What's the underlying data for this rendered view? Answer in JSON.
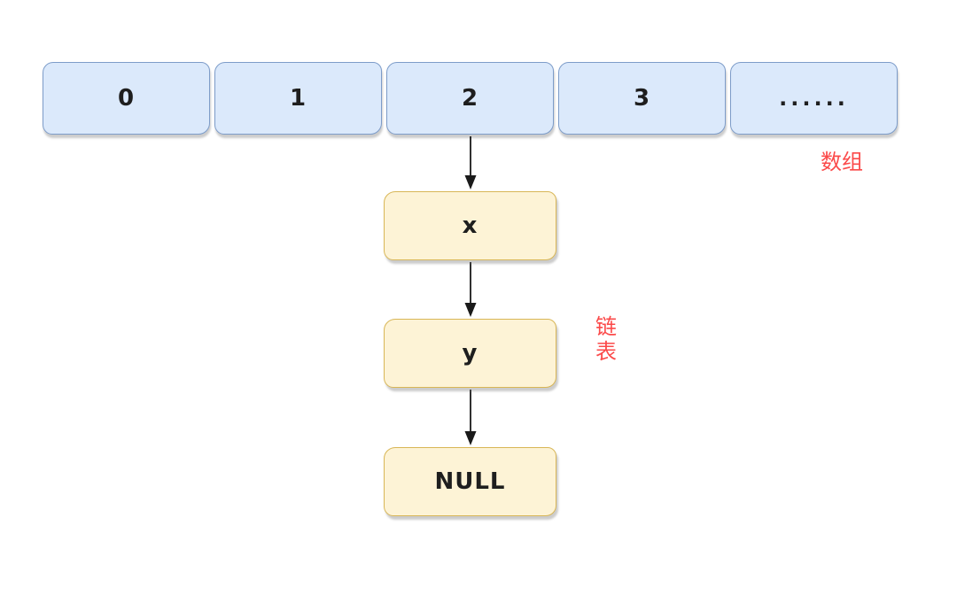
{
  "diagram": {
    "array": {
      "label": "数组",
      "cells": [
        "0",
        "1",
        "2",
        "3",
        "......"
      ]
    },
    "linked_list": {
      "label": "链表",
      "label_chars": [
        "链",
        "表"
      ],
      "nodes": [
        "x",
        "y",
        "NULL"
      ]
    },
    "colors": {
      "array_fill": "#dbe9fb",
      "array_border": "#7d9cc9",
      "node_fill": "#fdf3d6",
      "node_border": "#d8b656",
      "annotation_red": "#fb4a4a",
      "text": "#1e1e1e",
      "arrow": "#1a1a1a"
    }
  }
}
